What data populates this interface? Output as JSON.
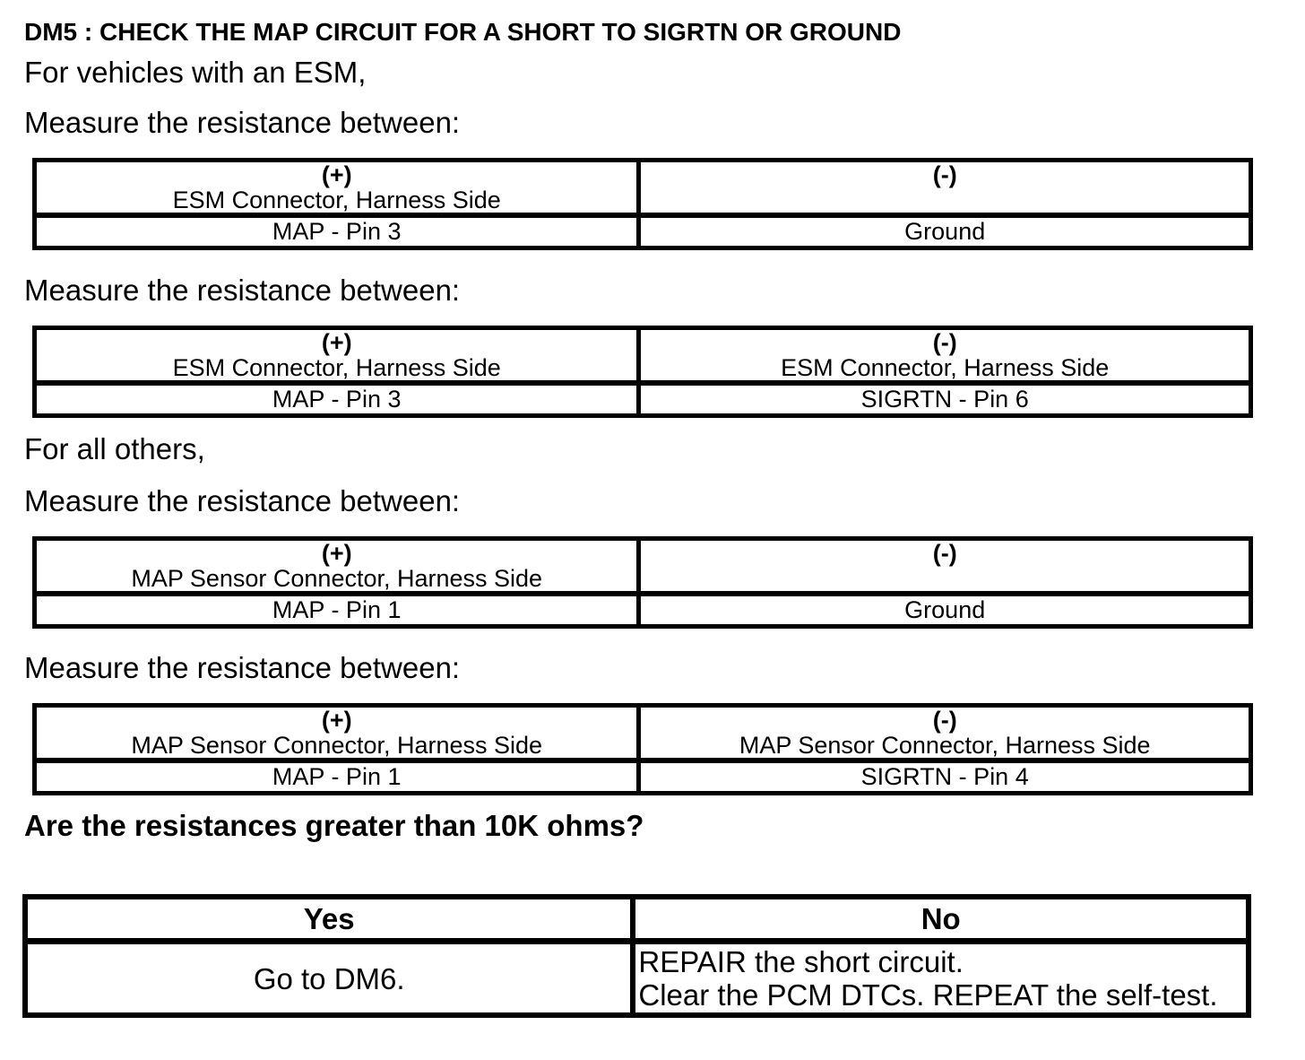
{
  "title": "DM5 : CHECK THE MAP CIRCUIT FOR A SHORT TO SIGRTN OR GROUND",
  "intro_esm": "For vehicles with an ESM,",
  "measure_prompt": "Measure the resistance between:",
  "intro_others": "For all others,",
  "question": "Are the resistances greater than 10K ohms?",
  "tables": [
    {
      "plus_sign": "(+)",
      "minus_sign": "(-)",
      "plus_connector": "ESM Connector, Harness Side",
      "minus_connector": "",
      "plus_pin": "MAP - Pin 3",
      "minus_pin": "Ground"
    },
    {
      "plus_sign": "(+)",
      "minus_sign": "(-)",
      "plus_connector": "ESM Connector, Harness Side",
      "minus_connector": "ESM Connector, Harness Side",
      "plus_pin": "MAP - Pin 3",
      "minus_pin": "SIGRTN - Pin 6"
    },
    {
      "plus_sign": "(+)",
      "minus_sign": "(-)",
      "plus_connector": "MAP Sensor Connector, Harness Side",
      "minus_connector": "",
      "plus_pin": "MAP - Pin 1",
      "minus_pin": "Ground"
    },
    {
      "plus_sign": "(+)",
      "minus_sign": "(-)",
      "plus_connector": "MAP Sensor Connector, Harness Side",
      "minus_connector": "MAP Sensor Connector, Harness Side",
      "plus_pin": "MAP - Pin 1",
      "minus_pin": "SIGRTN - Pin 4"
    }
  ],
  "decision": {
    "yes_label": "Yes",
    "no_label": "No",
    "yes_action": "Go to DM6.",
    "no_action_line1": "REPAIR the short circuit.",
    "no_action_line2": "Clear the PCM DTCs. REPEAT the self-test."
  }
}
